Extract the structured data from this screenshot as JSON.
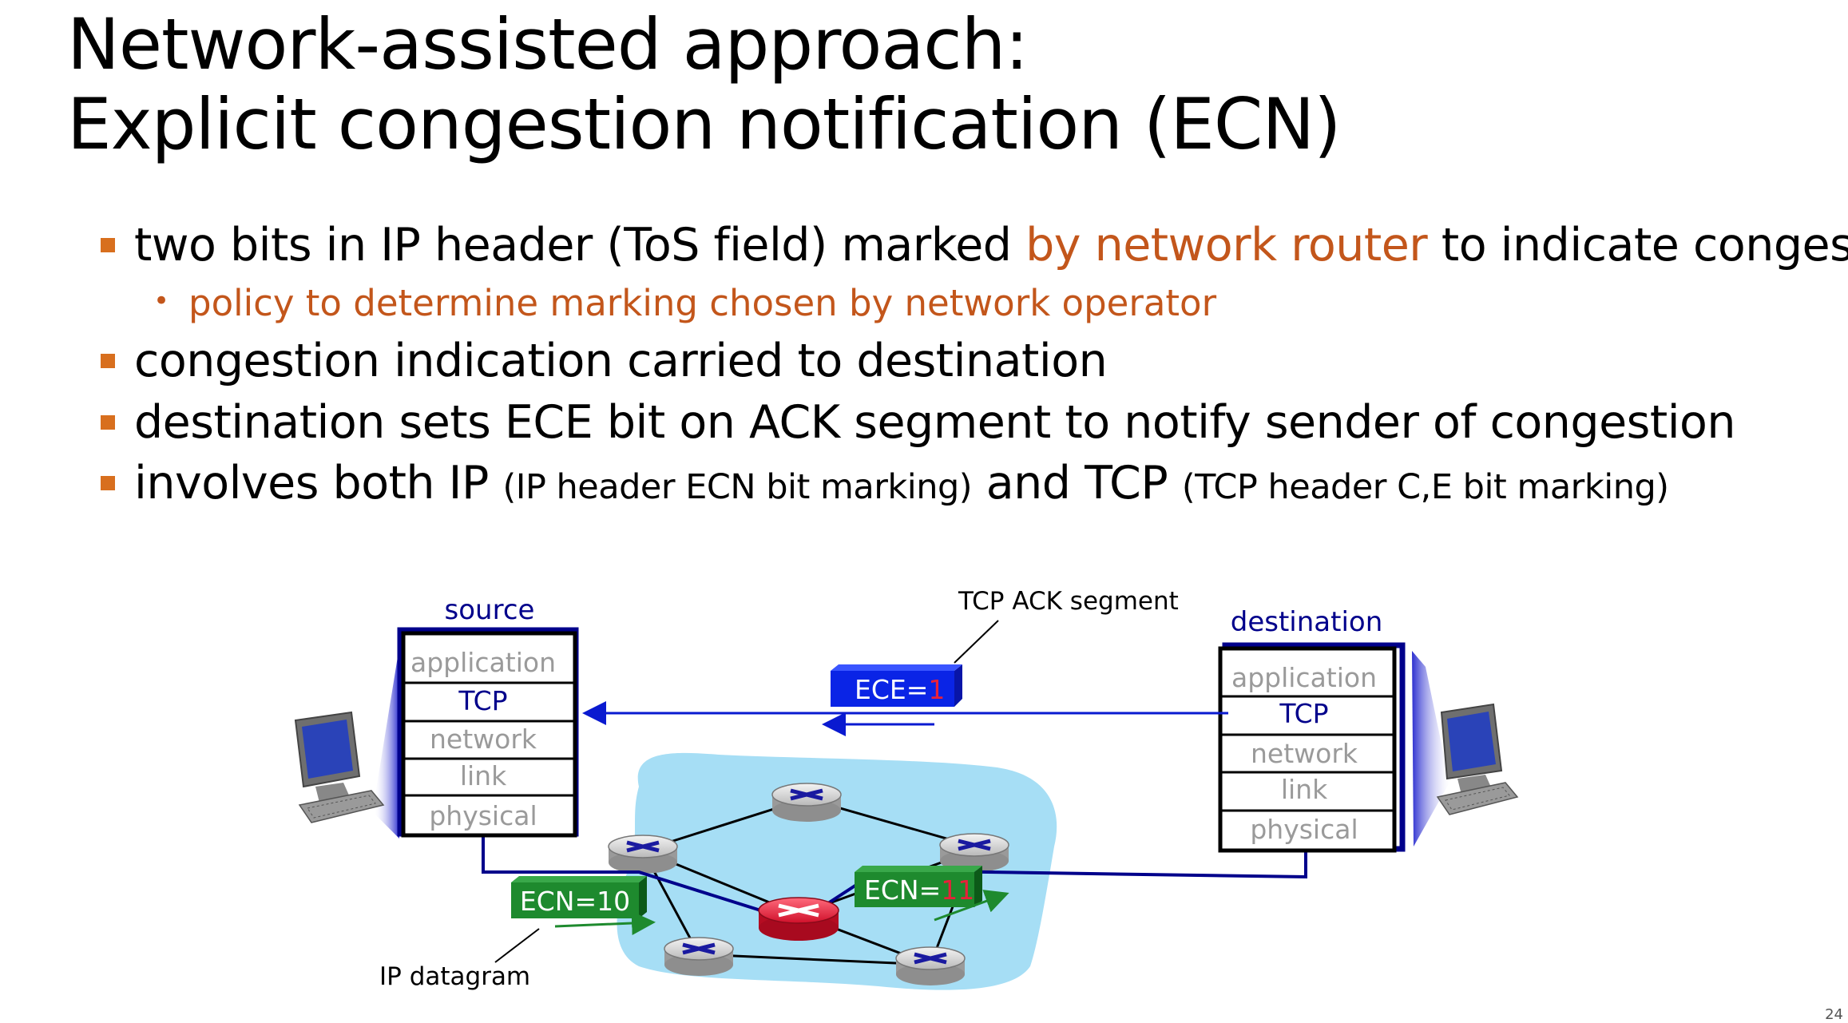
{
  "title": {
    "line1": "Network-assisted approach:",
    "line2": "Explicit congestion notification (ECN)"
  },
  "bullets": {
    "b1_part1": "two bits in IP header (ToS field) marked ",
    "b1_highlight": "by network router",
    "b1_part2": " to indicate congestion",
    "sub1": "policy to determine marking chosen by network operator",
    "b2": "congestion indication carried to destination",
    "b3": "destination sets ECE bit on ACK segment to notify sender of congestion",
    "b4_part1": "involves both IP ",
    "b4_small1": "(IP header ECN bit marking)",
    "b4_part2": " and TCP ",
    "b4_small2": "(TCP header C,E bit marking)"
  },
  "diagram": {
    "source_label": "source",
    "destination_label": "destination",
    "layers": [
      "application",
      "TCP",
      "network",
      "link",
      "physical"
    ],
    "ack_label": "TCP ACK segment",
    "ece_prefix": "ECE=",
    "ece_value": "1",
    "ecn1_label": "ECN=10",
    "ecn2_prefix": "ECN=",
    "ecn2_value": "11",
    "datagram_label": "IP datagram"
  },
  "slide_number": "24",
  "colors": {
    "accent_orange": "#C3561B",
    "stack_blue": "#00008B",
    "cloud": "#A6DEF5",
    "ecn_green": "#1E8A2E",
    "ece_blue": "#0A24E6",
    "congested_router": "#E8213A"
  }
}
